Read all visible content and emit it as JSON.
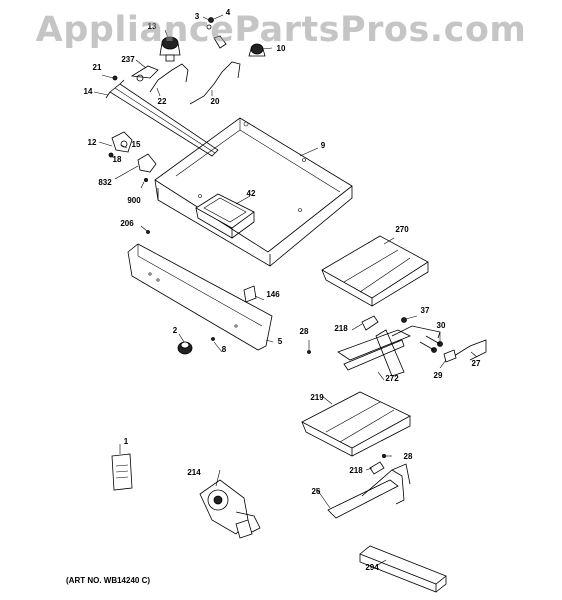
{
  "watermark": "AppliancePartsPros.com",
  "art_number": "(ART NO. WB14240 C)",
  "parts": [
    {
      "id": "1"
    },
    {
      "id": "2"
    },
    {
      "id": "3"
    },
    {
      "id": "4"
    },
    {
      "id": "5"
    },
    {
      "id": "8"
    },
    {
      "id": "9"
    },
    {
      "id": "10"
    },
    {
      "id": "12"
    },
    {
      "id": "13"
    },
    {
      "id": "14"
    },
    {
      "id": "15"
    },
    {
      "id": "18"
    },
    {
      "id": "20"
    },
    {
      "id": "21"
    },
    {
      "id": "22"
    },
    {
      "id": "26"
    },
    {
      "id": "27"
    },
    {
      "id": "28a",
      "label": "28"
    },
    {
      "id": "28b",
      "label": "28"
    },
    {
      "id": "29"
    },
    {
      "id": "30"
    },
    {
      "id": "37"
    },
    {
      "id": "42"
    },
    {
      "id": "146"
    },
    {
      "id": "206"
    },
    {
      "id": "214"
    },
    {
      "id": "218a",
      "label": "218"
    },
    {
      "id": "218b",
      "label": "218"
    },
    {
      "id": "219"
    },
    {
      "id": "237"
    },
    {
      "id": "270"
    },
    {
      "id": "272"
    },
    {
      "id": "294"
    },
    {
      "id": "832"
    },
    {
      "id": "900"
    }
  ]
}
